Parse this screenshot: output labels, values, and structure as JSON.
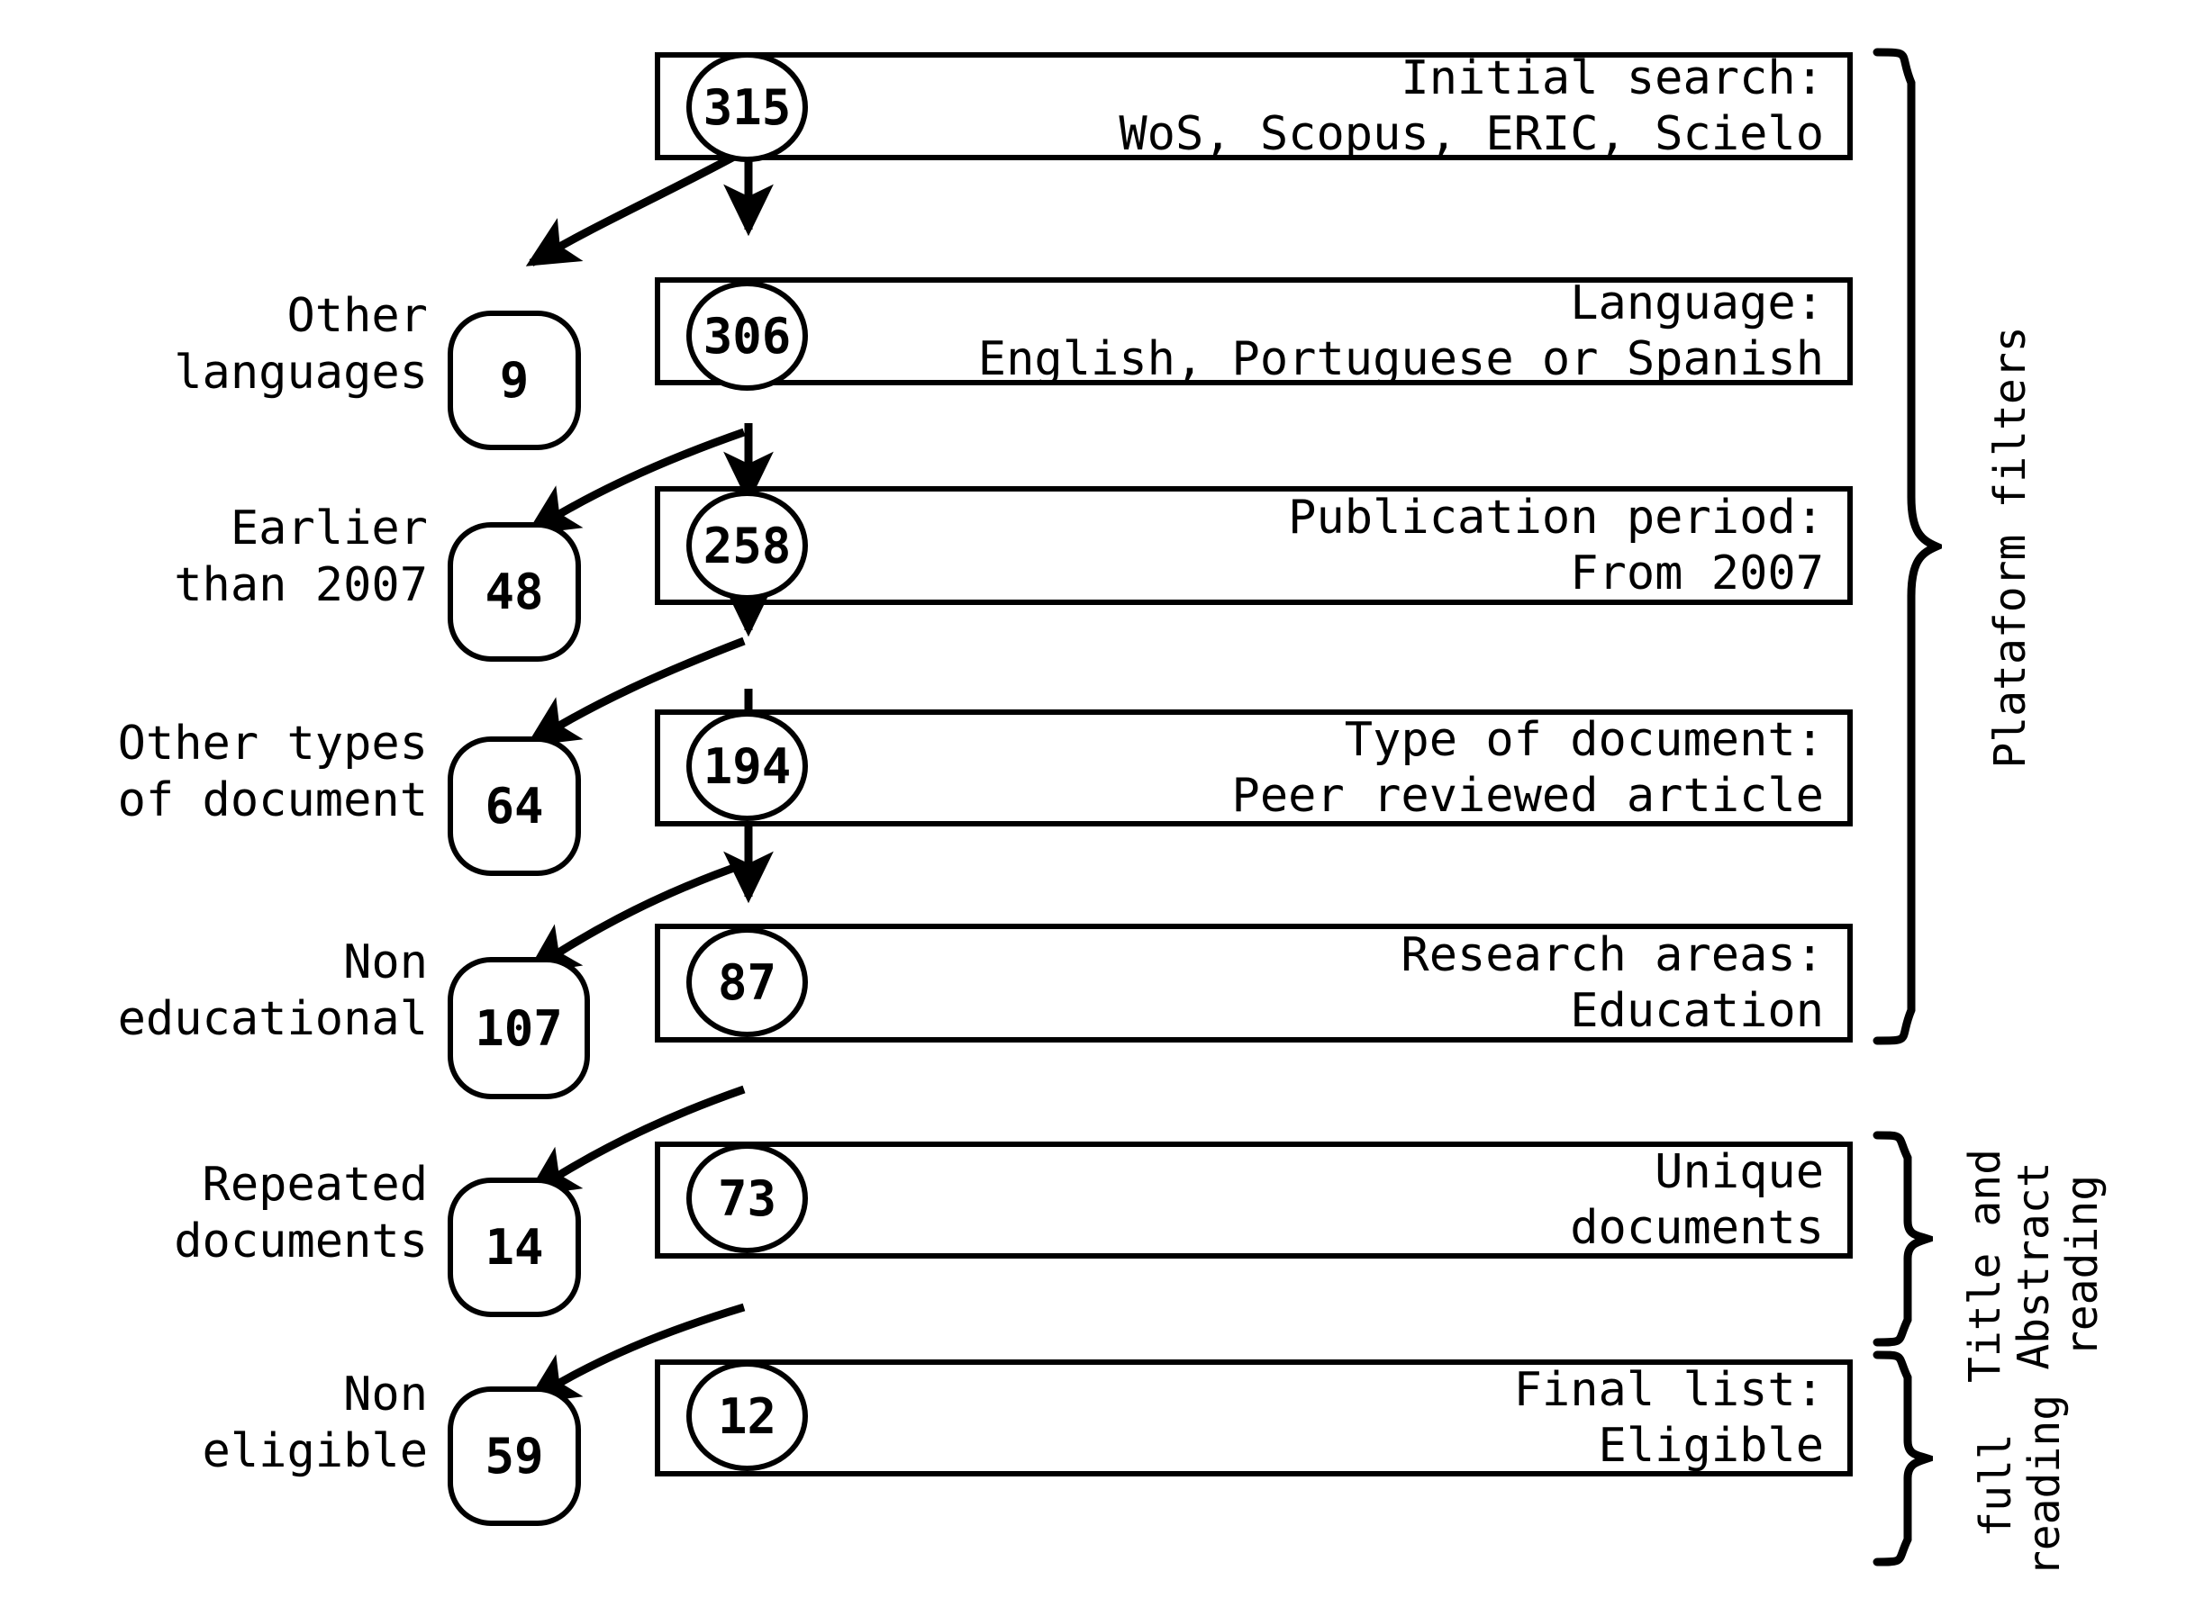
{
  "chart_data": {
    "type": "diagram",
    "title": "Systematic review selection flow (PRISMA-style)",
    "stages": [
      {
        "id": "initial",
        "count": "315",
        "label": "Initial search:\nWoS, Scopus, ERIC, Scielo"
      },
      {
        "id": "language",
        "count": "306",
        "label": "Language:\nEnglish, Portuguese or Spanish"
      },
      {
        "id": "period",
        "count": "258",
        "label": "Publication period:\nFrom 2007"
      },
      {
        "id": "doctype",
        "count": "194",
        "label": "Type of document:\nPeer reviewed article"
      },
      {
        "id": "area",
        "count": "87",
        "label": "Research areas:\nEducation"
      },
      {
        "id": "unique",
        "count": "73",
        "label": "Unique\ndocuments"
      },
      {
        "id": "final",
        "count": "12",
        "label": "Final list:\nEligible"
      }
    ],
    "exclusions": [
      {
        "id": "other-languages",
        "count": "9",
        "label": "Other\nlanguages"
      },
      {
        "id": "earlier-2007",
        "count": "48",
        "label": "Earlier\nthan 2007"
      },
      {
        "id": "other-doctypes",
        "count": "64",
        "label": "Other types\nof document"
      },
      {
        "id": "non-educational",
        "count": "107",
        "label": "Non\neducational"
      },
      {
        "id": "repeated",
        "count": "14",
        "label": "Repeated\ndocuments"
      },
      {
        "id": "non-eligible",
        "count": "59",
        "label": "Non\neligible"
      }
    ],
    "phases": [
      {
        "id": "platform-filters",
        "label": "Plataform filters",
        "covers": [
          "initial",
          "language",
          "period",
          "doctype",
          "area"
        ]
      },
      {
        "id": "title-abstract",
        "label": "Title and Abstract\nreading",
        "covers": [
          "unique"
        ]
      },
      {
        "id": "full-reading",
        "label": "full\nreading",
        "covers": [
          "final"
        ]
      }
    ],
    "colors": {
      "stroke": "#000000",
      "background": "#ffffff"
    }
  },
  "boxes": [
    {
      "count": "315",
      "line1": "Initial search:",
      "line2": "WoS, Scopus, ERIC, Scielo"
    },
    {
      "count": "306",
      "line1": "Language:",
      "line2": "English, Portuguese or Spanish"
    },
    {
      "count": "258",
      "line1": "Publication period:",
      "line2": "From 2007"
    },
    {
      "count": "194",
      "line1": "Type of document:",
      "line2": "Peer reviewed article"
    },
    {
      "count": "87",
      "line1": "Research areas:",
      "line2": "Education"
    },
    {
      "count": "73",
      "line1": "Unique",
      "line2": "documents"
    },
    {
      "count": "12",
      "line1": "Final list:",
      "line2": "Eligible"
    }
  ],
  "box_text": {
    "b0": "Initial search:\nWoS, Scopus, ERIC, Scielo",
    "b1": "Language:\nEnglish, Portuguese or Spanish",
    "b2": "Publication period:\nFrom 2007",
    "b3": "Type of document:\nPeer reviewed article",
    "b4": "Research areas:\nEducation",
    "b5": "Unique\ndocuments",
    "b6": "Final list:\nEligible"
  },
  "box_counts": {
    "b0": "315",
    "b1": "306",
    "b2": "258",
    "b3": "194",
    "b4": "87",
    "b5": "73",
    "b6": "12"
  },
  "excluded_counts": {
    "e0": "9",
    "e1": "48",
    "e2": "64",
    "e3": "107",
    "e4": "14",
    "e5": "59"
  },
  "excluded_labels": {
    "e0": "Other\nlanguages",
    "e1": "Earlier\nthan 2007",
    "e2": "Other types\nof document",
    "e3": "Non\neducational",
    "e4": "Repeated\ndocuments",
    "e5": "Non\neligible"
  },
  "phase_labels": {
    "p0": "Plataform filters",
    "p1": "Title and Abstract\nreading",
    "p2": "full\nreading"
  }
}
